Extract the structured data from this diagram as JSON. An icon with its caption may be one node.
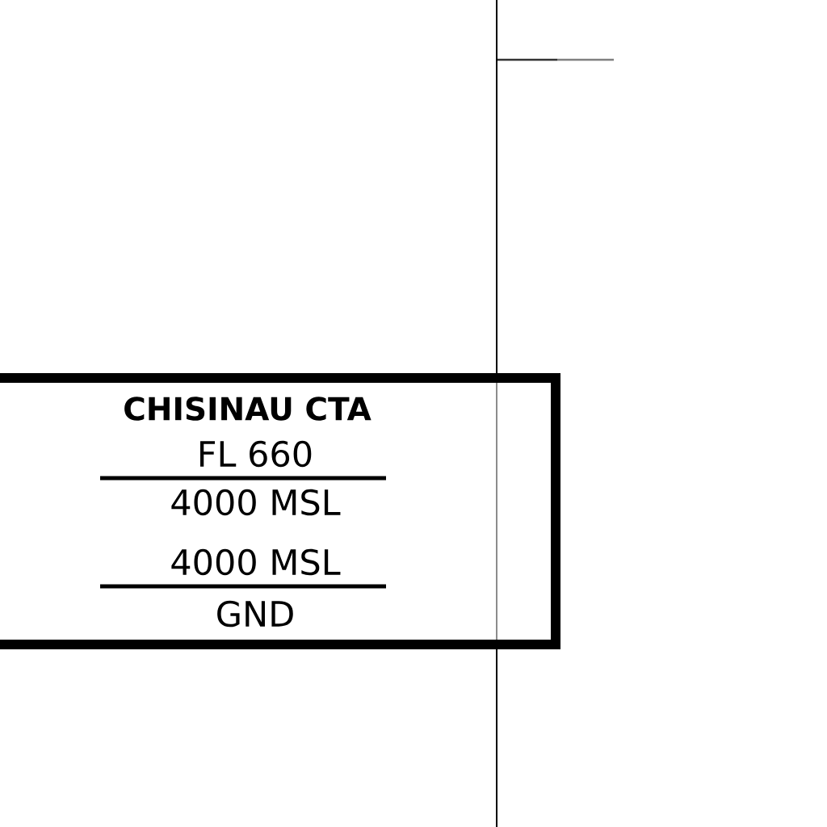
{
  "diagram": {
    "nodes": [
      {
        "text": [
          "CHISINAU CTA",
          "FL 660",
          "4000 MSL",
          "4000 MSL",
          "GND"
        ]
      }
    ]
  }
}
